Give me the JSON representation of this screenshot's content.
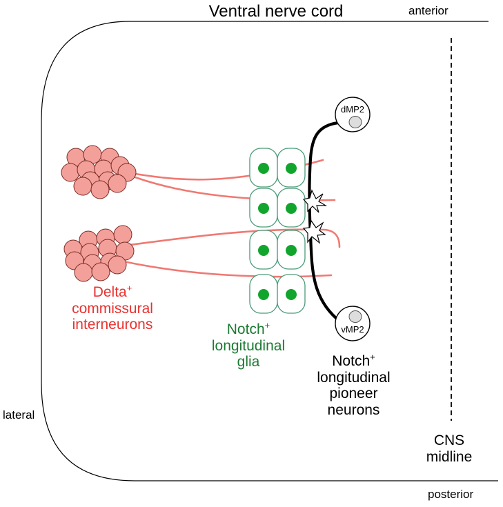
{
  "title": "Ventral nerve cord",
  "directions": {
    "anterior": "anterior",
    "posterior": "posterior",
    "lateral": "lateral"
  },
  "midline": {
    "line1": "CNS",
    "line2": "midline"
  },
  "interneurons": {
    "line1": "Delta",
    "sup": "+",
    "line2": "commissural",
    "line3": "interneurons"
  },
  "glia": {
    "line1": "Notch",
    "sup": "+",
    "line2": "longitudinal",
    "line3": "glia"
  },
  "pioneers": {
    "line1": "Notch",
    "sup": "+",
    "line2": "longitudinal",
    "line3": "pioneer",
    "line4": "neurons"
  },
  "neuron_labels": {
    "top": "dMP2",
    "bottom": "vMP2"
  },
  "colors": {
    "interneuron_fill": "#f4a09a",
    "interneuron_stroke": "#7a2a24",
    "axon": "#f07872",
    "glia_stroke": "#4a9a78",
    "glia_nucleus": "#12a52e",
    "pioneer_axon": "#000000",
    "nucleus_gray": "#dddddd"
  }
}
